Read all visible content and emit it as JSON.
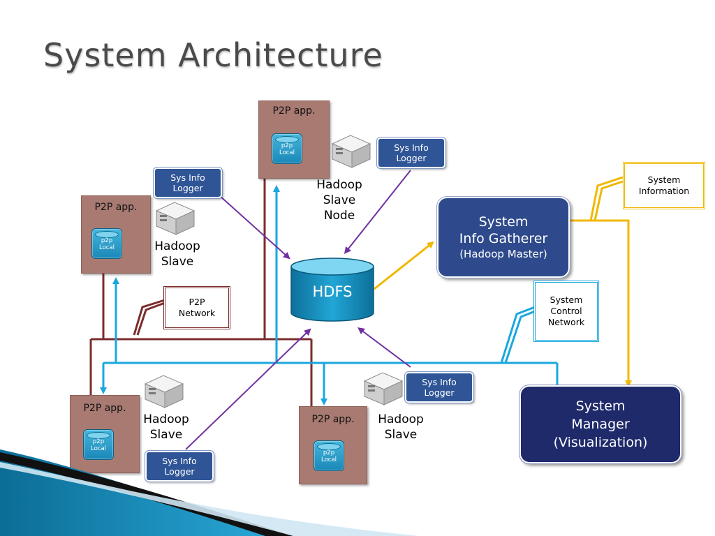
{
  "slide": {
    "title": "System Architecture"
  },
  "p2p_apps": [
    {
      "label": "P2P app.",
      "local_db": "p2p\nLocal"
    },
    {
      "label": "P2P app.",
      "local_db": "p2p\nLocal"
    },
    {
      "label": "P2P app.",
      "local_db": "p2p\nLocal"
    },
    {
      "label": "P2P app.",
      "local_db": "p2p\nLocal"
    }
  ],
  "hadoop_nodes": [
    {
      "label": "Hadoop\nSlave\nNode"
    },
    {
      "label": "Hadoop\nSlave"
    },
    {
      "label": "Hadoop\nSlave"
    },
    {
      "label": "Hadoop\nSlave"
    }
  ],
  "loggers": [
    {
      "label": "Sys Info\nLogger"
    },
    {
      "label": "Sys Info\nLogger"
    },
    {
      "label": "Sys Info\nLogger"
    },
    {
      "label": "Sys Info\nLogger"
    }
  ],
  "hdfs": {
    "label": "HDFS"
  },
  "gatherer": {
    "line1": "System\nInfo Gatherer",
    "line2": "(Hadoop Master)"
  },
  "manager": {
    "label": "System\nManager\n(Visualization)"
  },
  "callouts": {
    "p2p_network": "P2P\nNetwork",
    "system_information": "System\nInformation",
    "system_control_network": "System\nControl\nNetwork"
  },
  "colors": {
    "p2p_network_line": "#7b2c2c",
    "control_network_line": "#1aa7df",
    "info_line": "#f0b800",
    "logger_arrow": "#7030a0",
    "gatherer_fill": "#2e4a8c",
    "manager_fill": "#1f2a6b"
  }
}
